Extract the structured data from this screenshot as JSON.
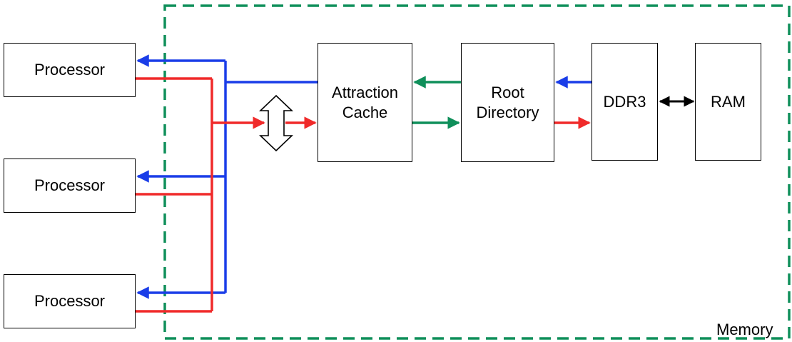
{
  "processors": [
    {
      "label": "Processor"
    },
    {
      "label": "Processor"
    },
    {
      "label": "Processor"
    }
  ],
  "blocks": {
    "attraction_cache": {
      "line1": "Attraction",
      "line2": "Cache"
    },
    "root_directory": {
      "line1": "Root",
      "line2": "Directory"
    },
    "ddr3": {
      "label": "DDR3"
    },
    "ram": {
      "label": "RAM"
    }
  },
  "memory_region": {
    "label": "Memory"
  },
  "colors": {
    "read_path": "#1a3de8",
    "write_path": "#f02a2a",
    "directory_path": "#0f8f5a",
    "memory_border": "#0f8f5a",
    "link": "#000000"
  }
}
